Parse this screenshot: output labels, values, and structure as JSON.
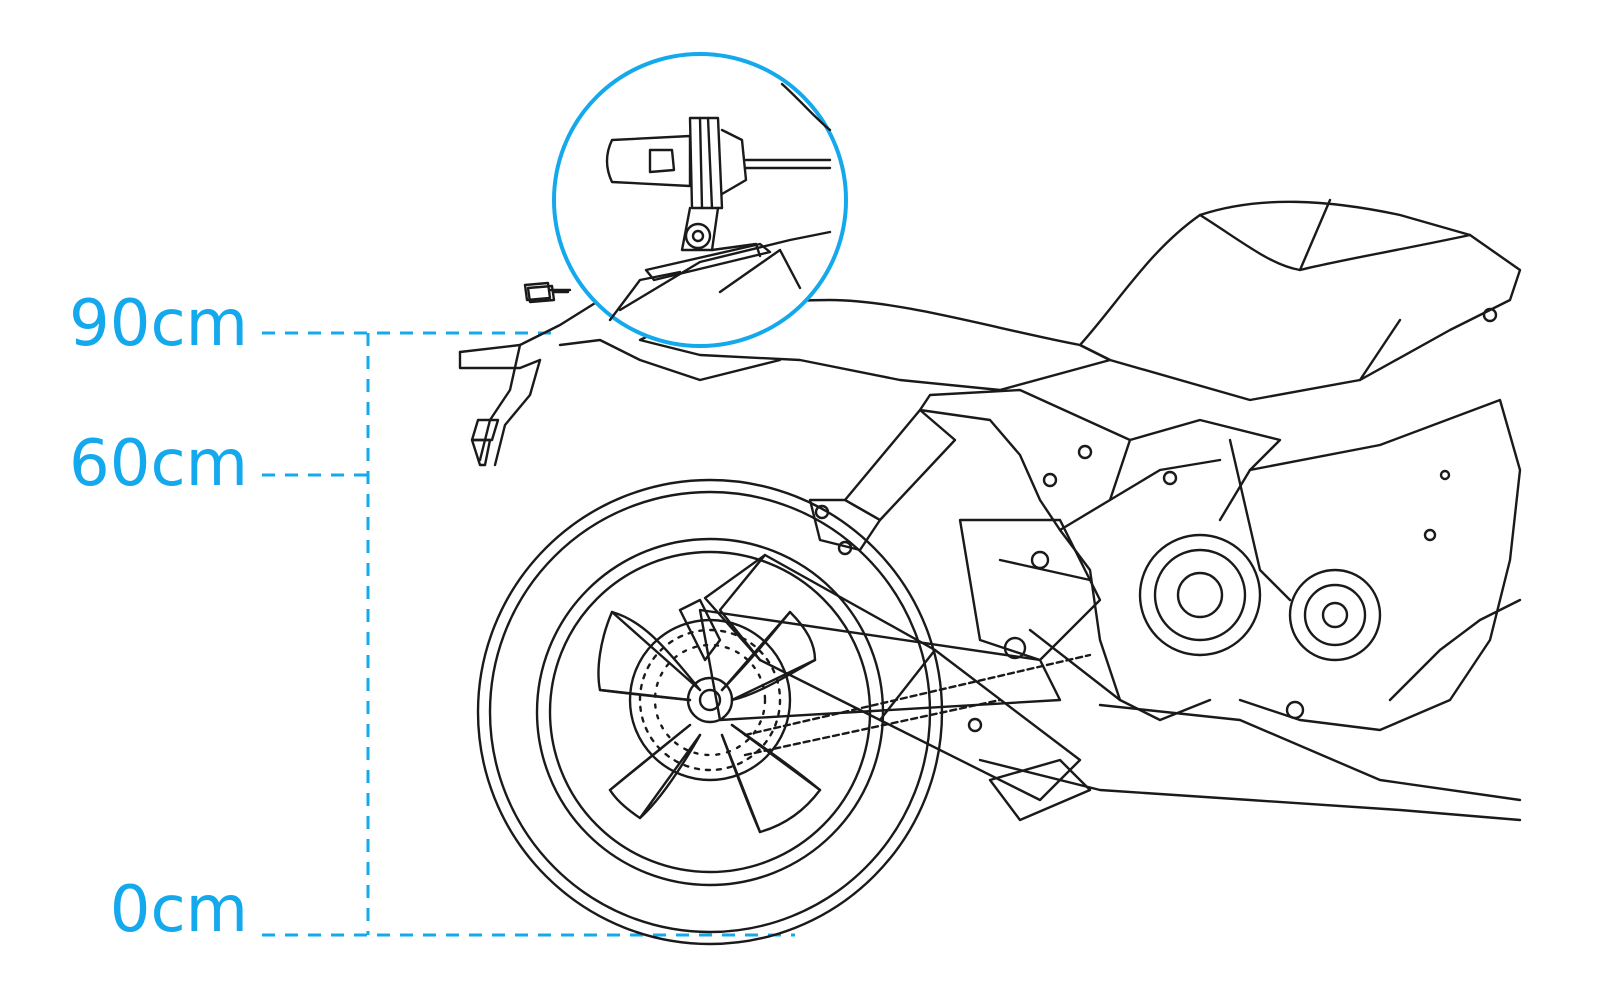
{
  "accent_color": "#14a8ec",
  "line_color": "#1a1a1a",
  "labels": {
    "h90": "90cm",
    "h60": "60cm",
    "h0": "0cm"
  },
  "zoom_callout": {
    "icon": "mirror-camera-mount-icon"
  },
  "illustration": {
    "icon": "motorcycle-rear-side-icon"
  }
}
